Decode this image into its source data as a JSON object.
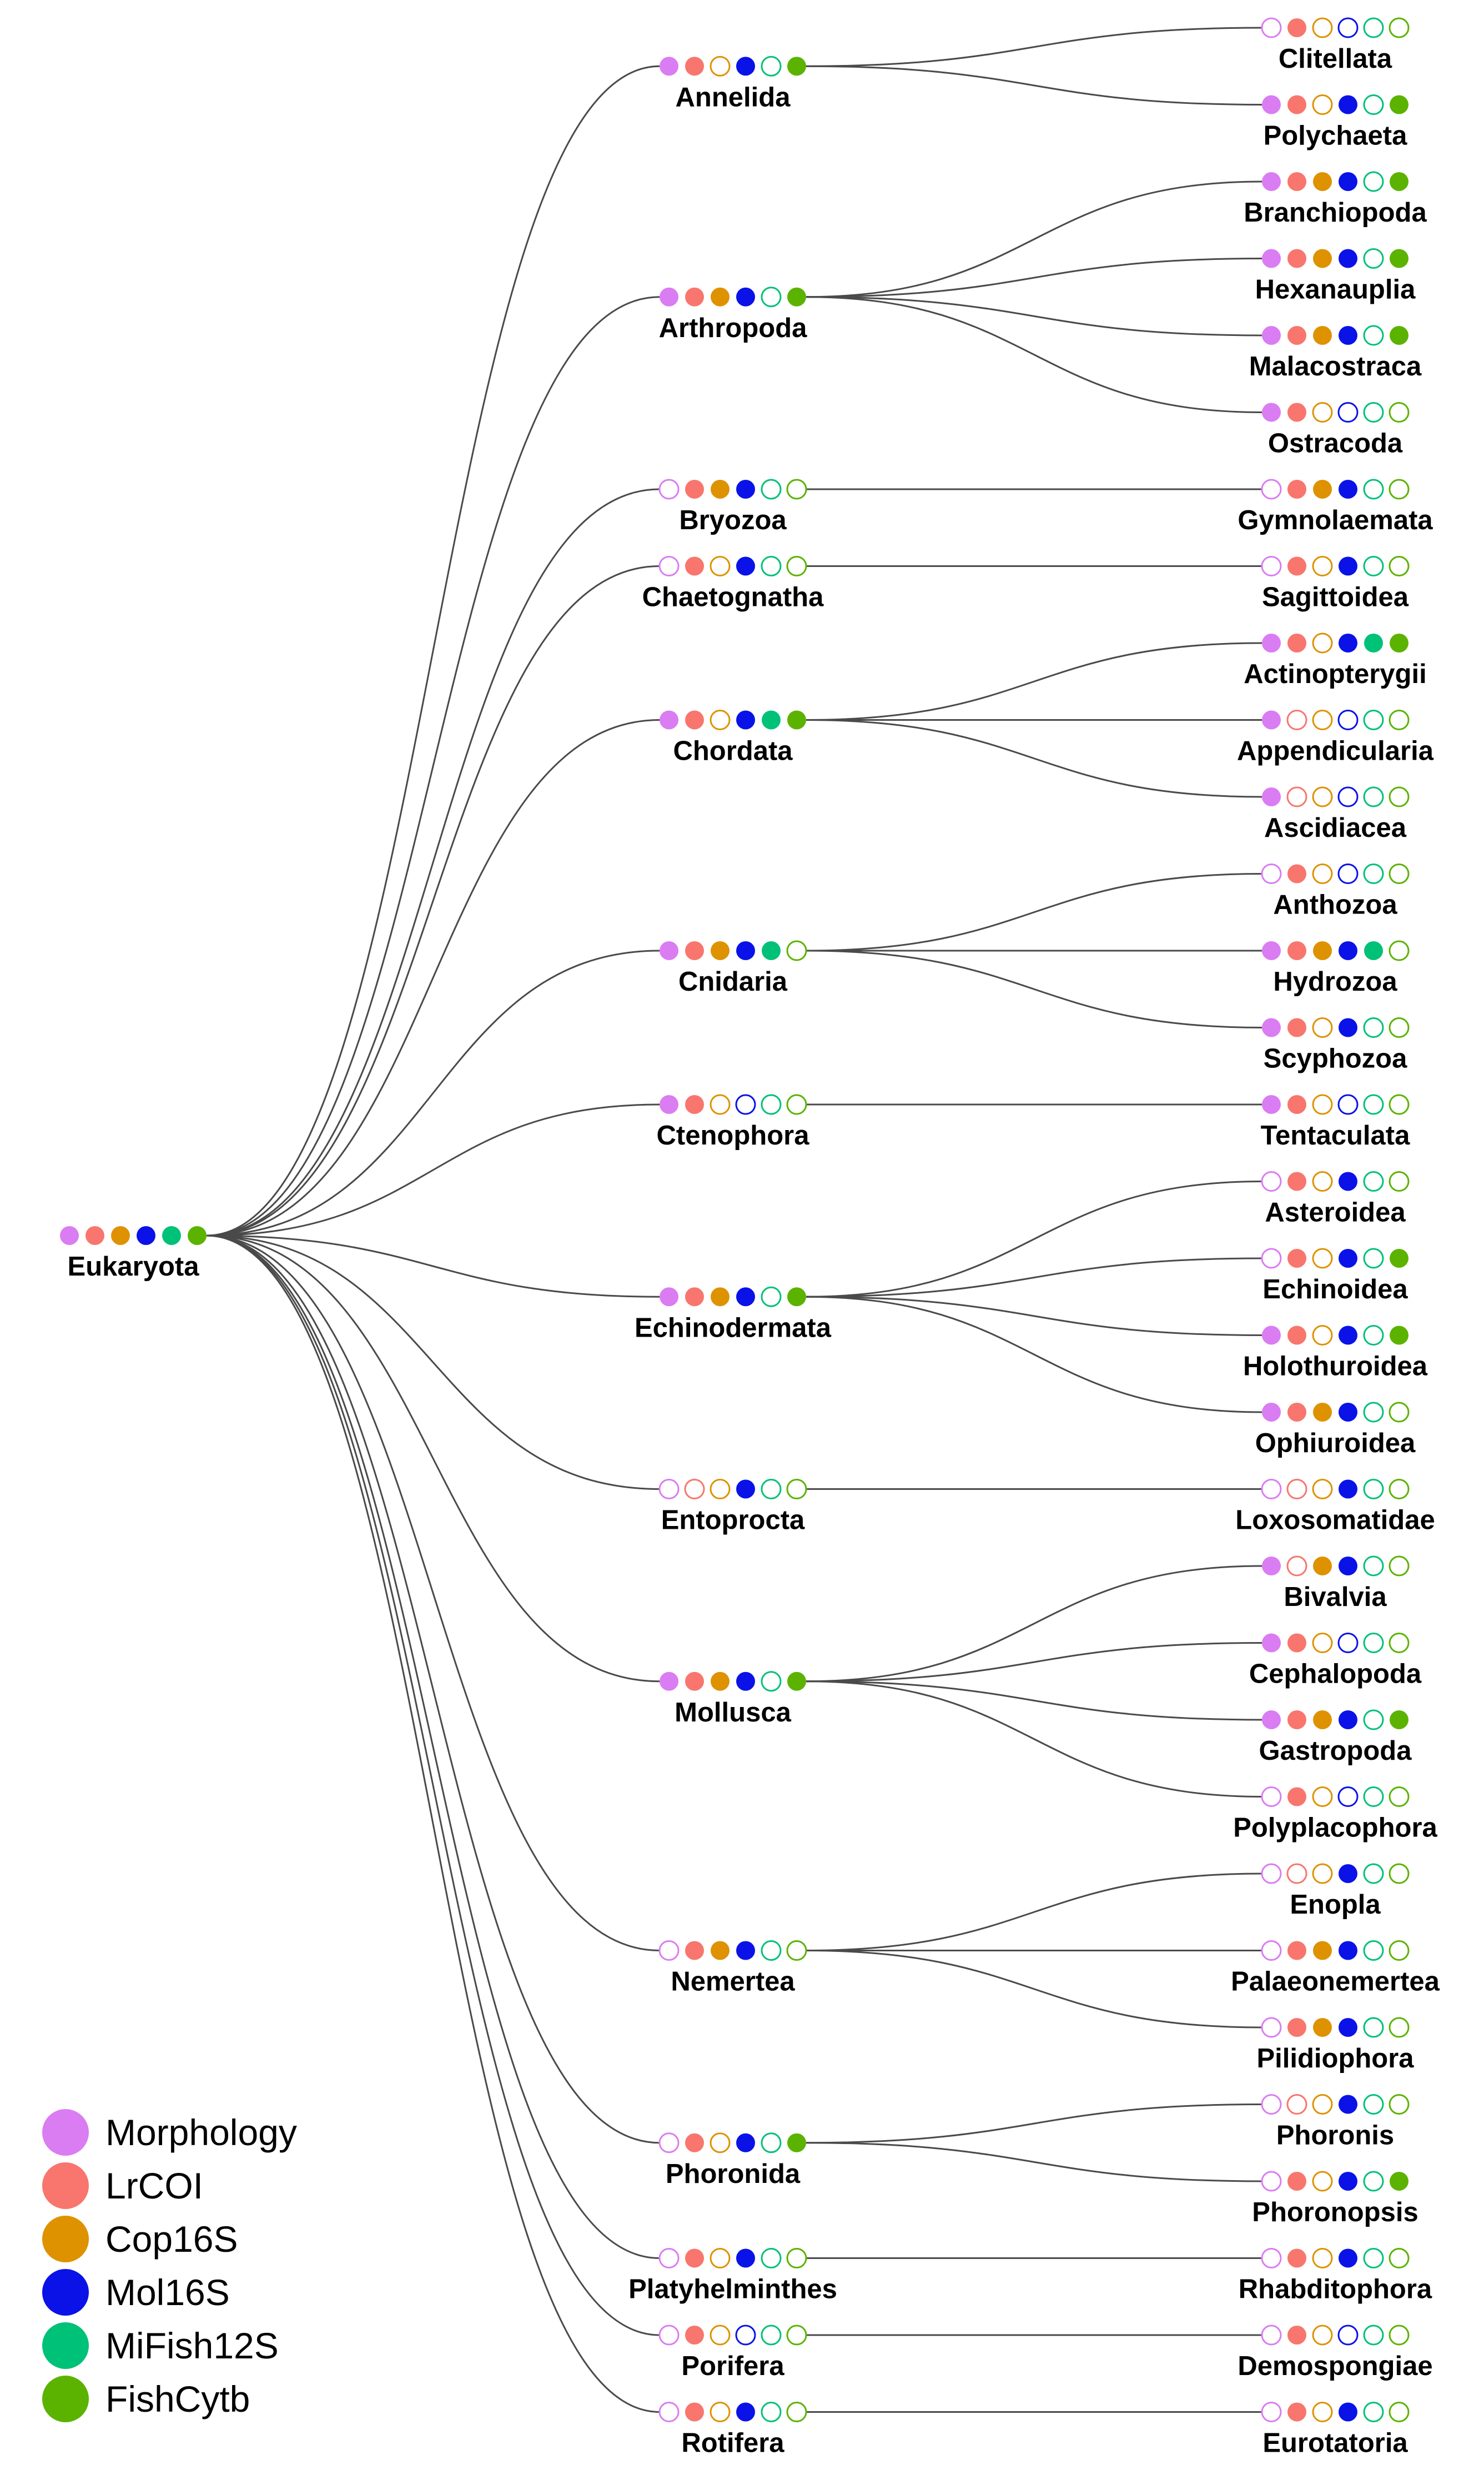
{
  "markers": [
    {
      "key": "morphology",
      "label": "Morphology",
      "color": "#DA7DF2"
    },
    {
      "key": "lrcoi",
      "label": "LrCOI",
      "color": "#F8766D"
    },
    {
      "key": "cop16s",
      "label": "Cop16S",
      "color": "#DE9200"
    },
    {
      "key": "mol16s",
      "label": "Mol16S",
      "color": "#0A12E8"
    },
    {
      "key": "mifish12s",
      "label": "MiFish12S",
      "color": "#00C178"
    },
    {
      "key": "fishcytb",
      "label": "FishCytb",
      "color": "#5BB300"
    }
  ],
  "tree": {
    "root": {
      "name": "Eukaryota",
      "detected": [
        1,
        1,
        1,
        1,
        1,
        1
      ]
    },
    "phyla": [
      {
        "name": "Annelida",
        "detected": [
          1,
          1,
          0,
          1,
          0,
          1
        ],
        "classes": [
          {
            "name": "Clitellata",
            "detected": [
              0,
              1,
              0,
              0,
              0,
              0
            ]
          },
          {
            "name": "Polychaeta",
            "detected": [
              1,
              1,
              0,
              1,
              0,
              1
            ]
          }
        ]
      },
      {
        "name": "Arthropoda",
        "detected": [
          1,
          1,
          1,
          1,
          0,
          1
        ],
        "classes": [
          {
            "name": "Branchiopoda",
            "detected": [
              1,
              1,
              1,
              1,
              0,
              1
            ]
          },
          {
            "name": "Hexanauplia",
            "detected": [
              1,
              1,
              1,
              1,
              0,
              1
            ]
          },
          {
            "name": "Malacostraca",
            "detected": [
              1,
              1,
              1,
              1,
              0,
              1
            ]
          },
          {
            "name": "Ostracoda",
            "detected": [
              1,
              1,
              0,
              0,
              0,
              0
            ]
          }
        ]
      },
      {
        "name": "Bryozoa",
        "detected": [
          0,
          1,
          1,
          1,
          0,
          0
        ],
        "classes": [
          {
            "name": "Gymnolaemata",
            "detected": [
              0,
              1,
              1,
              1,
              0,
              0
            ]
          }
        ]
      },
      {
        "name": "Chaetognatha",
        "detected": [
          0,
          1,
          0,
          1,
          0,
          0
        ],
        "classes": [
          {
            "name": "Sagittoidea",
            "detected": [
              0,
              1,
              0,
              1,
              0,
              0
            ]
          }
        ]
      },
      {
        "name": "Chordata",
        "detected": [
          1,
          1,
          0,
          1,
          1,
          1
        ],
        "classes": [
          {
            "name": "Actinopterygii",
            "detected": [
              1,
              1,
              0,
              1,
              1,
              1
            ]
          },
          {
            "name": "Appendicularia",
            "detected": [
              1,
              0,
              0,
              0,
              0,
              0
            ]
          },
          {
            "name": "Ascidiacea",
            "detected": [
              1,
              0,
              0,
              0,
              0,
              0
            ]
          }
        ]
      },
      {
        "name": "Cnidaria",
        "detected": [
          1,
          1,
          1,
          1,
          1,
          0
        ],
        "classes": [
          {
            "name": "Anthozoa",
            "detected": [
              0,
              1,
              0,
              0,
              0,
              0
            ]
          },
          {
            "name": "Hydrozoa",
            "detected": [
              1,
              1,
              1,
              1,
              1,
              0
            ]
          },
          {
            "name": "Scyphozoa",
            "detected": [
              1,
              1,
              0,
              1,
              0,
              0
            ]
          }
        ]
      },
      {
        "name": "Ctenophora",
        "detected": [
          1,
          1,
          0,
          0,
          0,
          0
        ],
        "classes": [
          {
            "name": "Tentaculata",
            "detected": [
              1,
              1,
              0,
              0,
              0,
              0
            ]
          }
        ]
      },
      {
        "name": "Echinodermata",
        "detected": [
          1,
          1,
          1,
          1,
          0,
          1
        ],
        "classes": [
          {
            "name": "Asteroidea",
            "detected": [
              0,
              1,
              0,
              1,
              0,
              0
            ]
          },
          {
            "name": "Echinoidea",
            "detected": [
              0,
              1,
              0,
              1,
              0,
              1
            ]
          },
          {
            "name": "Holothuroidea",
            "detected": [
              1,
              1,
              0,
              1,
              0,
              1
            ]
          },
          {
            "name": "Ophiuroidea",
            "detected": [
              1,
              1,
              1,
              1,
              0,
              0
            ]
          }
        ]
      },
      {
        "name": "Entoprocta",
        "detected": [
          0,
          0,
          0,
          1,
          0,
          0
        ],
        "classes": [
          {
            "name": "Loxosomatidae",
            "detected": [
              0,
              0,
              0,
              1,
              0,
              0
            ]
          }
        ]
      },
      {
        "name": "Mollusca",
        "detected": [
          1,
          1,
          1,
          1,
          0,
          1
        ],
        "classes": [
          {
            "name": "Bivalvia",
            "detected": [
              1,
              0,
              1,
              1,
              0,
              0
            ]
          },
          {
            "name": "Cephalopoda",
            "detected": [
              1,
              1,
              0,
              0,
              0,
              0
            ]
          },
          {
            "name": "Gastropoda",
            "detected": [
              1,
              1,
              1,
              1,
              0,
              1
            ]
          },
          {
            "name": "Polyplacophora",
            "detected": [
              0,
              1,
              0,
              0,
              0,
              0
            ]
          }
        ]
      },
      {
        "name": "Nemertea",
        "detected": [
          0,
          1,
          1,
          1,
          0,
          0
        ],
        "classes": [
          {
            "name": "Enopla",
            "detected": [
              0,
              0,
              0,
              1,
              0,
              0
            ]
          },
          {
            "name": "Palaeonemertea",
            "detected": [
              0,
              1,
              1,
              1,
              0,
              0
            ]
          },
          {
            "name": "Pilidiophora",
            "detected": [
              0,
              1,
              1,
              1,
              0,
              0
            ]
          }
        ]
      },
      {
        "name": "Phoronida",
        "detected": [
          0,
          1,
          0,
          1,
          0,
          1
        ],
        "classes": [
          {
            "name": "Phoronis",
            "detected": [
              0,
              0,
              0,
              1,
              0,
              0
            ]
          },
          {
            "name": "Phoronopsis",
            "detected": [
              0,
              1,
              0,
              1,
              0,
              1
            ]
          }
        ]
      },
      {
        "name": "Platyhelminthes",
        "detected": [
          0,
          1,
          0,
          1,
          0,
          0
        ],
        "classes": [
          {
            "name": "Rhabditophora",
            "detected": [
              0,
              1,
              0,
              1,
              0,
              0
            ]
          }
        ]
      },
      {
        "name": "Porifera",
        "detected": [
          0,
          1,
          0,
          0,
          0,
          0
        ],
        "classes": [
          {
            "name": "Demospongiae",
            "detected": [
              0,
              1,
              0,
              0,
              0,
              0
            ]
          }
        ]
      },
      {
        "name": "Rotifera",
        "detected": [
          0,
          1,
          0,
          1,
          0,
          0
        ],
        "classes": [
          {
            "name": "Eurotatoria",
            "detected": [
              0,
              1,
              0,
              1,
              0,
              0
            ]
          }
        ]
      }
    ]
  }
}
